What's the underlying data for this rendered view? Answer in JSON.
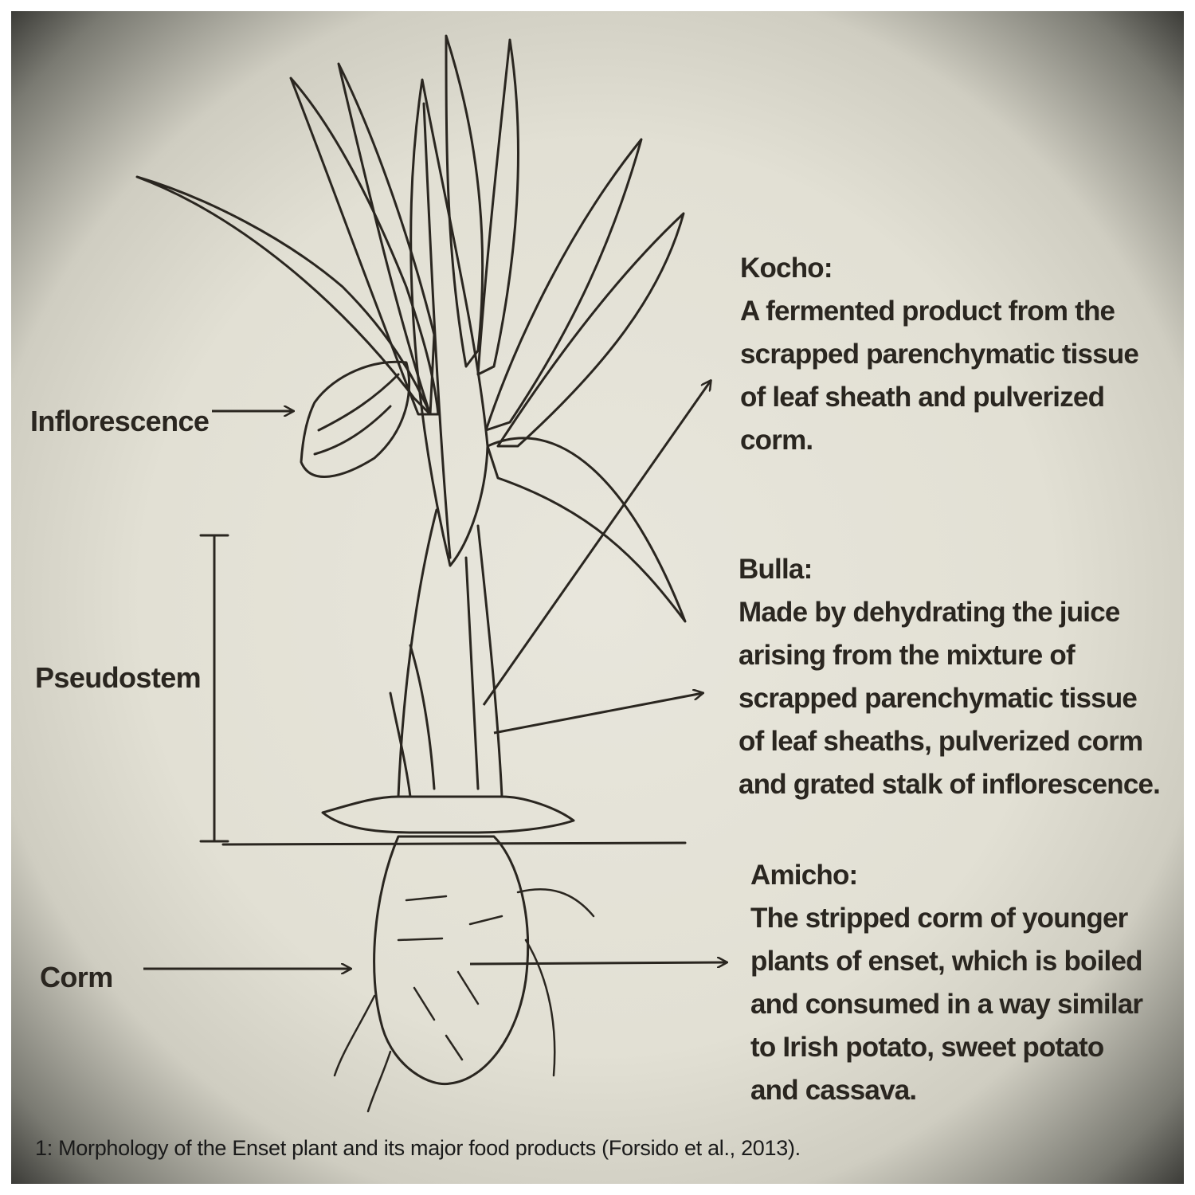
{
  "labels": {
    "inflorescence": "Inflorescence",
    "pseudostem": "Pseudostem",
    "corm": "Corm"
  },
  "products": {
    "kocho": {
      "title": "Kocho:",
      "description": "A fermented product from the\nscrapped parenchymatic tissue\nof leaf sheath and pulverized\ncorm."
    },
    "bulla": {
      "title": "Bulla:",
      "description": "Made by dehydrating the juice\narising from the mixture of\nscrapped parenchymatic tissue\nof leaf sheaths, pulverized corm\nand grated stalk of inflorescence."
    },
    "amicho": {
      "title": "Amicho:",
      "description": "The stripped corm of younger\nplants of enset, which is boiled\nand consumed in a way similar\nto Irish potato, sweet potato\nand cassava."
    }
  },
  "caption": "1: Morphology of the Enset plant and its major food products (Forsido et al., 2013).",
  "colors": {
    "ink": "#2a2620",
    "paper": "#e4e2d6",
    "vignette": "#3c3c38"
  }
}
